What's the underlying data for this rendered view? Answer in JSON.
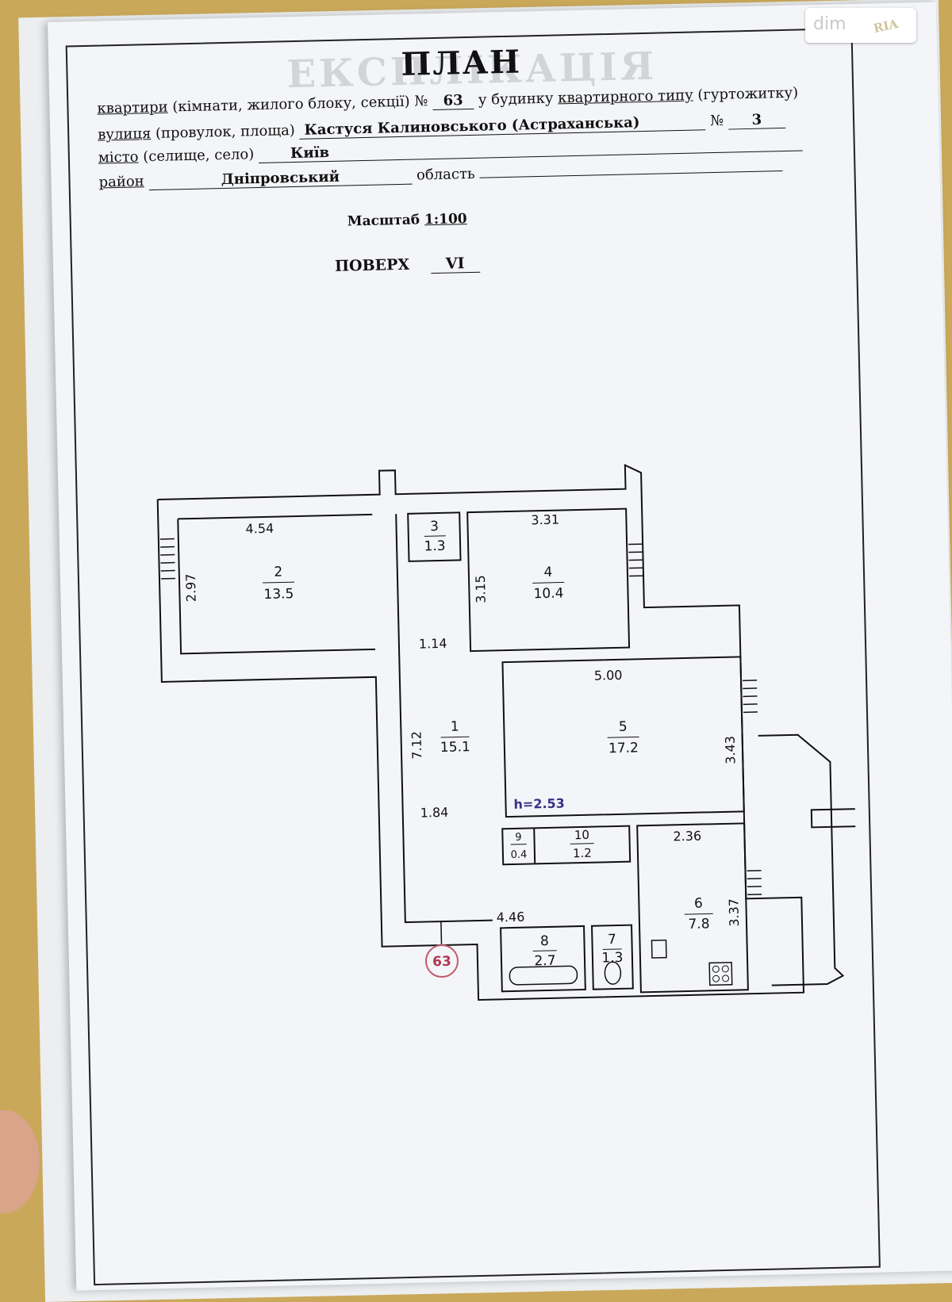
{
  "watermark": {
    "dim": "dim",
    "ria": "RIA"
  },
  "ghost_text": "ЕКСПЛІКАЦІЯ",
  "doc": {
    "title": "ПЛАН",
    "l1": {
      "a": "квартири",
      "b": " (кімнати, жилого блоку, секції) №",
      "num": "63",
      "c": " у будинку ",
      "d": "квартирного типу",
      "e": " (гуртожитку)"
    },
    "l2": {
      "a": "вулиця",
      "b": " (провулок, площа)",
      "street": "Кастуся Калиновського (Астраханська)",
      "no_label": "№",
      "no": "3"
    },
    "l3": {
      "a": "місто",
      "b": " (селище, село)",
      "city": "Київ"
    },
    "l4": {
      "a": "район",
      "district": "Дніпровський",
      "oblast_label": "область"
    },
    "scale_label": "Масштаб",
    "scale_value": "1:100",
    "floor_label": "ПОВЕРХ",
    "floor_value": "VI"
  },
  "rooms": [
    {
      "n": "1",
      "area": "15.1"
    },
    {
      "n": "2",
      "area": "13.5"
    },
    {
      "n": "3",
      "area": "1.3"
    },
    {
      "n": "4",
      "area": "10.4"
    },
    {
      "n": "5",
      "area": "17.2"
    },
    {
      "n": "6",
      "area": "7.8"
    },
    {
      "n": "7",
      "area": "1.3"
    },
    {
      "n": "8",
      "area": "2.7"
    },
    {
      "n": "9",
      "area": "0.4"
    },
    {
      "n": "10",
      "area": "1.2"
    }
  ],
  "dims": {
    "r2_w": "4.54",
    "r2_h": "2.97",
    "r4_w": "3.31",
    "r4_h": "3.15",
    "corr_w1": "1.14",
    "corr_w2": "1.84",
    "corr_len": "7.12",
    "r5_w": "5.00",
    "r5_h": "3.43",
    "r6_w": "2.36",
    "r6_h": "3.37",
    "bottom_w": "4.46",
    "height": "h=2.53"
  },
  "apartment_marker": "63"
}
